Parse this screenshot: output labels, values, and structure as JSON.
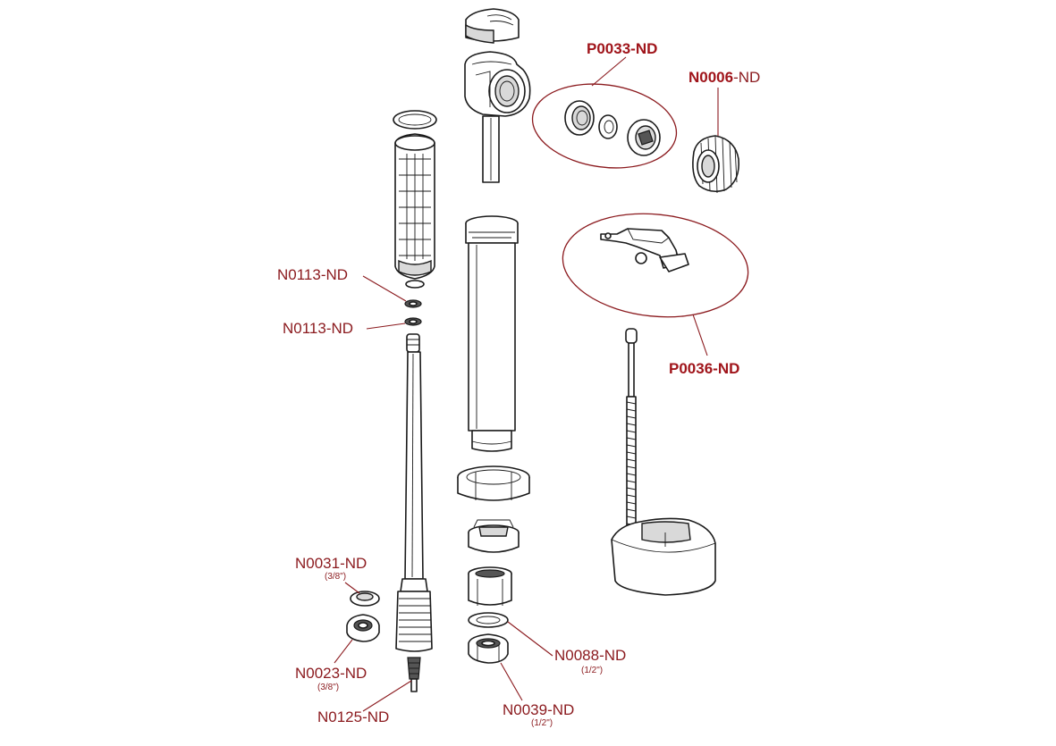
{
  "parts": [
    {
      "id": "p0033",
      "label_prefix": "P0033",
      "label_suffix": "-ND",
      "size": ""
    },
    {
      "id": "n0006",
      "label_prefix": "N0006",
      "label_suffix": "-ND",
      "size": ""
    },
    {
      "id": "p0036",
      "label_prefix": "P0036",
      "label_suffix": "-ND",
      "size": ""
    },
    {
      "id": "n0113a",
      "label_prefix": "N0113",
      "label_suffix": "-ND",
      "size": ""
    },
    {
      "id": "n0113b",
      "label_prefix": "N0113",
      "label_suffix": "-ND",
      "size": ""
    },
    {
      "id": "n0031",
      "label_prefix": "N0031",
      "label_suffix": "-ND",
      "size": "(3/8\")"
    },
    {
      "id": "n0023",
      "label_prefix": "N0023",
      "label_suffix": "-ND",
      "size": "(3/8\")"
    },
    {
      "id": "n0125",
      "label_prefix": "N0125",
      "label_suffix": "-ND",
      "size": ""
    },
    {
      "id": "n0088",
      "label_prefix": "N0088",
      "label_suffix": "-ND",
      "size": "(1/2\")"
    },
    {
      "id": "n0039",
      "label_prefix": "N0039",
      "label_suffix": "-ND",
      "size": "(1/2\")"
    }
  ],
  "colors": {
    "label": "#8b1a1e",
    "outline": "#1a1a1a",
    "background": "#ffffff"
  }
}
